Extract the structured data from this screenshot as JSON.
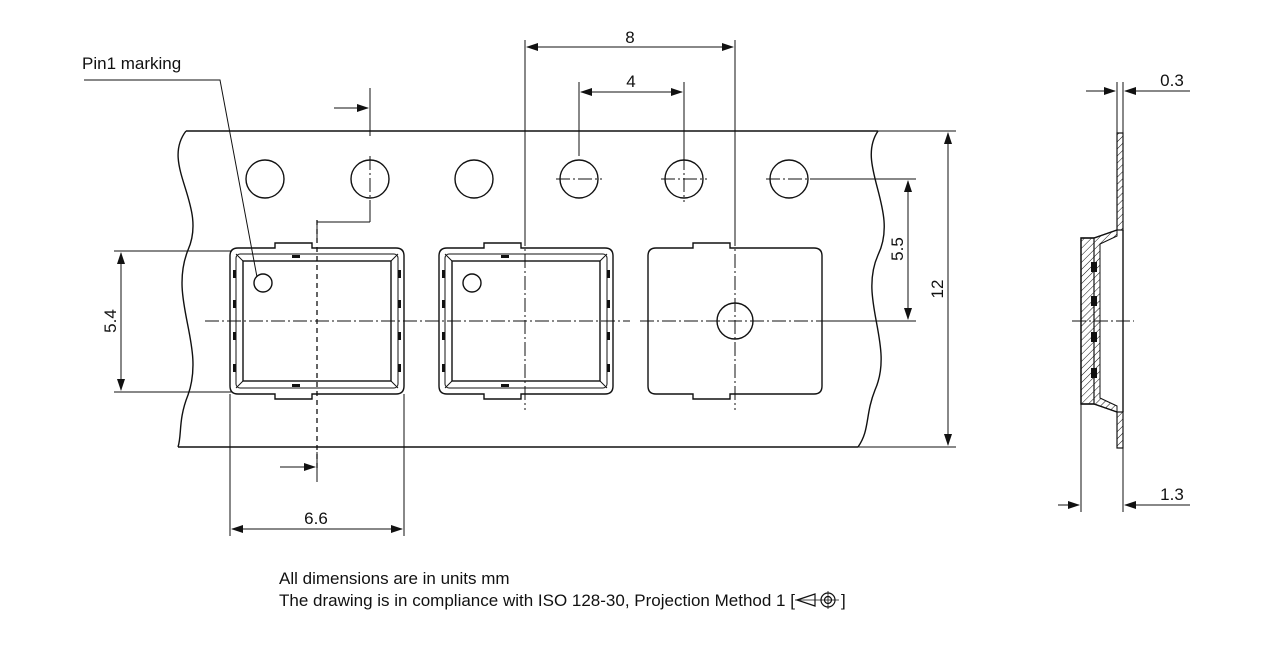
{
  "labels": {
    "pin1_marking": "Pin1 marking"
  },
  "dimensions": {
    "pitch": "8",
    "hole_pitch": "4",
    "thickness": "0.3",
    "hole_to_center": "5.5",
    "tape_width": "12",
    "pocket_height": "5.4",
    "pocket_width": "6.6",
    "depth": "1.3"
  },
  "notes": {
    "line1": "All dimensions are in units mm",
    "line2_prefix": "The drawing is in compliance with ISO 128-30, Projection Method 1 [",
    "line2_suffix": "]"
  },
  "colors": {
    "line": "#111111",
    "background": "#ffffff"
  }
}
